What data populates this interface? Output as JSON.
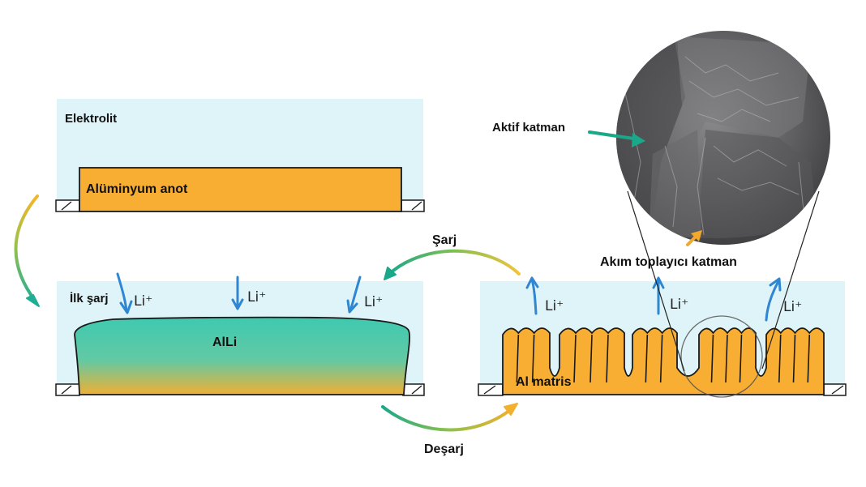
{
  "title": "Alüminyum anot şarj/deşarj döngüsü",
  "panels": {
    "initial": {
      "electrolyte_label": "Elektrolit",
      "anode_label": "Alüminyum anot"
    },
    "first_charge": {
      "step_label": "İlk şarj",
      "alloy_label": "AlLi",
      "ion_labels": [
        "Li⁺",
        "Li⁺",
        "Li⁺"
      ]
    },
    "discharged": {
      "matrix_label": "Al matris",
      "ion_labels": [
        "Li⁺",
        "Li⁺",
        "Li⁺"
      ]
    },
    "sem_inset": {
      "active_layer_label": "Aktif katman",
      "collector_layer_label": "Akım toplayıcı katman"
    }
  },
  "transitions": {
    "charge_label": "Şarj",
    "discharge_label": "Deşarj"
  },
  "colors": {
    "electrolyte": "#dff4f8",
    "aluminum": "#f7ae33",
    "alli_top": "#3ec9b0",
    "ion_arrow": "#2f86d1",
    "arrow_green": "#1aa88a",
    "arrow_yellow": "#f1b62a",
    "outline": "#1a1a1a"
  }
}
